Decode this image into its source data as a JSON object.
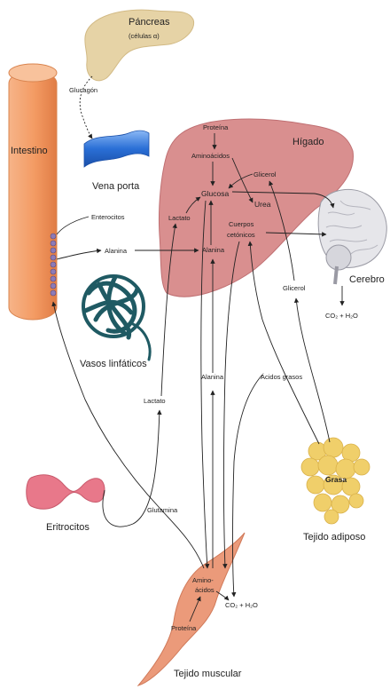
{
  "organs": {
    "pancreas": "Páncreas",
    "pancreas_cells": "(células α)",
    "intestine": "Intestino",
    "portal_vein": "Vena porta",
    "liver": "Hígado",
    "lymph": "Vasos linfáticos",
    "brain": "Cerebro",
    "erythrocytes": "Eritrocitos",
    "adipose": "Tejido adiposo",
    "fat": "Grasa",
    "muscle": "Tejido muscular",
    "enterocytes": "Enterocitos"
  },
  "molecules": {
    "glucagon": "Glucagón",
    "liver_protein": "Proteína",
    "liver_aminoacids": "Aminoácidos",
    "glucose": "Glucosa",
    "glycerol_liver": "Glicerol",
    "urea": "Urea",
    "lactate_liver": "Lactato",
    "ketone_bodies_1": "Cuerpos",
    "ketone_bodies_2": "cetónicos",
    "alanine_liver": "Alanina",
    "alanine_gut": "Alanina",
    "alanine_muscle": "Alanina",
    "lactate_blood": "Lactato",
    "fatty_acids": "Ácidos grasos",
    "glycerol_blood": "Glicerol",
    "glutamine": "Glutamina",
    "co2_brain": "CO₂ + H₂O",
    "co2_muscle": "CO₂ + H₂O",
    "muscle_aminoacids_1": "Amino-",
    "muscle_aminoacids_2": "ácidos",
    "muscle_protein": "Proteína"
  },
  "colors": {
    "liver": "#d98f8f",
    "pancreas": "#e6d3a6",
    "intestine": "#f3a06a",
    "portal_vein": "#2a6fd6",
    "lymph": "#1f5a63",
    "erythrocyte": "#e8788a",
    "fat": "#f0cf6a",
    "muscle": "#eb9a7a",
    "brain": "#e6e6ea",
    "arrow": "#222222"
  }
}
